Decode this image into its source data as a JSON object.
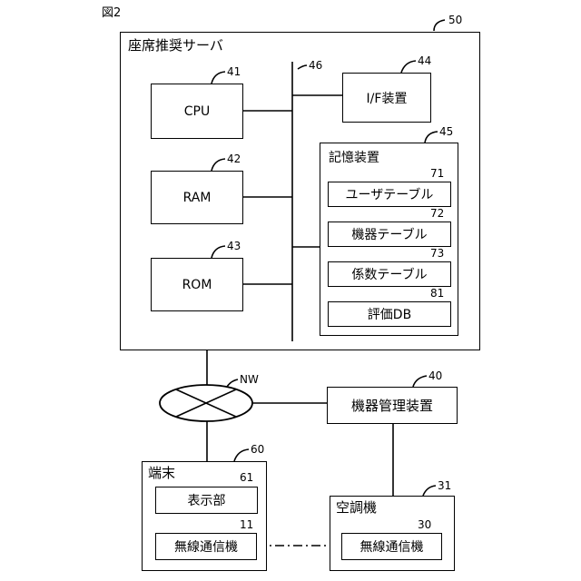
{
  "figure_label": "図2",
  "server": {
    "title": "座席推奨サーバ",
    "ref": "50",
    "bus_ref": "46",
    "cpu": {
      "label": "CPU",
      "ref": "41"
    },
    "ram": {
      "label": "RAM",
      "ref": "42"
    },
    "rom": {
      "label": "ROM",
      "ref": "43"
    },
    "if_device": {
      "label": "I/F装置",
      "ref": "44"
    },
    "storage": {
      "title": "記憶装置",
      "ref": "45",
      "tables": [
        {
          "label": "ユーザテーブル",
          "ref": "71"
        },
        {
          "label": "機器テーブル",
          "ref": "72"
        },
        {
          "label": "係数テーブル",
          "ref": "73"
        },
        {
          "label": "評価DB",
          "ref": "81"
        }
      ]
    }
  },
  "network": {
    "label": "NW"
  },
  "device_manager": {
    "label": "機器管理装置",
    "ref": "40"
  },
  "terminal": {
    "title": "端末",
    "ref": "60",
    "display": {
      "label": "表示部",
      "ref": "61"
    },
    "radio": {
      "label": "無線通信機",
      "ref": "11"
    }
  },
  "aircon": {
    "title": "空調機",
    "ref": "31",
    "radio": {
      "label": "無線通信機",
      "ref": "30"
    }
  }
}
